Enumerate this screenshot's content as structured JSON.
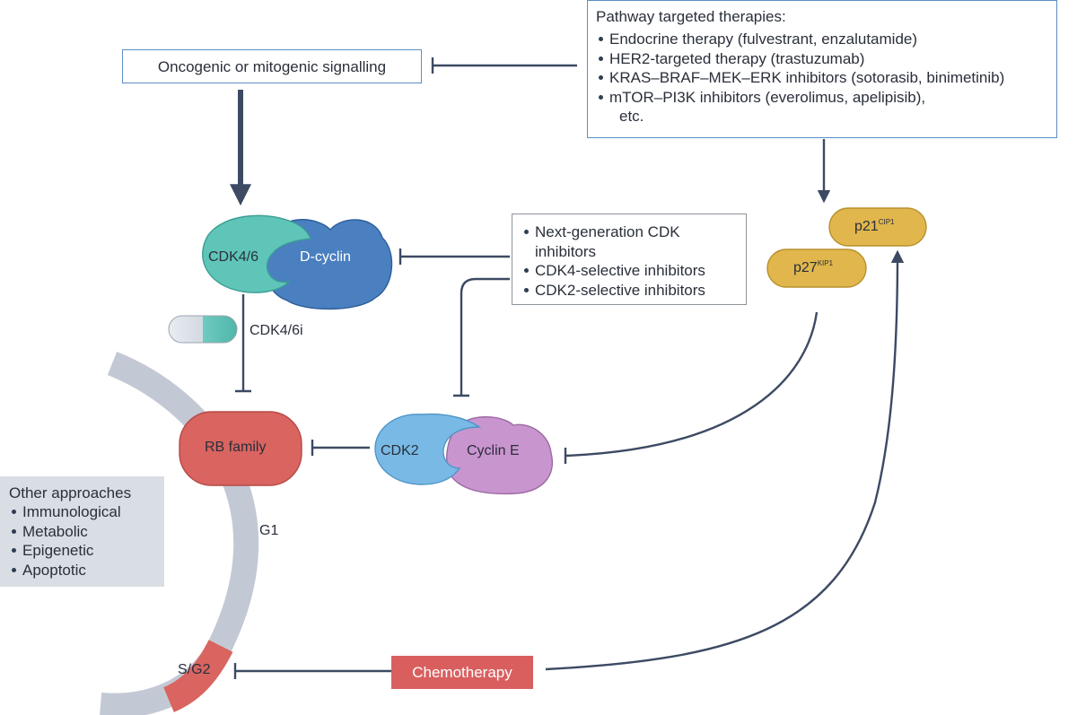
{
  "signalling": {
    "label": "Oncogenic or mitogenic signalling"
  },
  "targeted_therapies": {
    "title": "Pathway targeted therapies:",
    "items": [
      "Endocrine therapy (fulvestrant, enzalutamide)",
      "HER2-targeted therapy (trastuzumab)",
      "KRAS–BRAF–MEK–ERK inhibitors (sotorasib, binimetinib)",
      "mTOR–PI3K inhibitors (everolimus, apelipisib),"
    ],
    "tail": "etc."
  },
  "cdk_inhibitors": {
    "items": [
      "Next-generation CDK inhibitors",
      "CDK4-selective inhibitors",
      "CDK2-selective inhibitors"
    ]
  },
  "proteins": {
    "cdk46": "CDK4/6",
    "dcyclin": "D-cyclin",
    "cdk46i": "CDK4/6i",
    "rb": "RB family",
    "cdk2": "CDK2",
    "cyclin_e": "Cyclin E",
    "p21": {
      "base": "p21",
      "sup": "CIP1"
    },
    "p27": {
      "base": "p27",
      "sup": "KIP1"
    }
  },
  "cell_cycle": {
    "g1": "G1",
    "sg2": "S/G2"
  },
  "other_approaches": {
    "title": "Other approaches",
    "items": [
      "Immunological",
      "Metabolic",
      "Epigenetic",
      "Apoptotic"
    ]
  },
  "chemotherapy": {
    "label": "Chemotherapy"
  },
  "colors": {
    "arrow": "#3c4a63",
    "cdk46": "#5fc5b8",
    "dcyclin": "#4a7fc0",
    "rb": "#d96460",
    "cdk2": "#79b9e6",
    "cyclin_e": "#c995cf",
    "p_proteins": "#e0b64d",
    "cycle_ring": "#c3c9d4",
    "chemo": "#d95f5f",
    "box_border": "#5b8fc4"
  }
}
